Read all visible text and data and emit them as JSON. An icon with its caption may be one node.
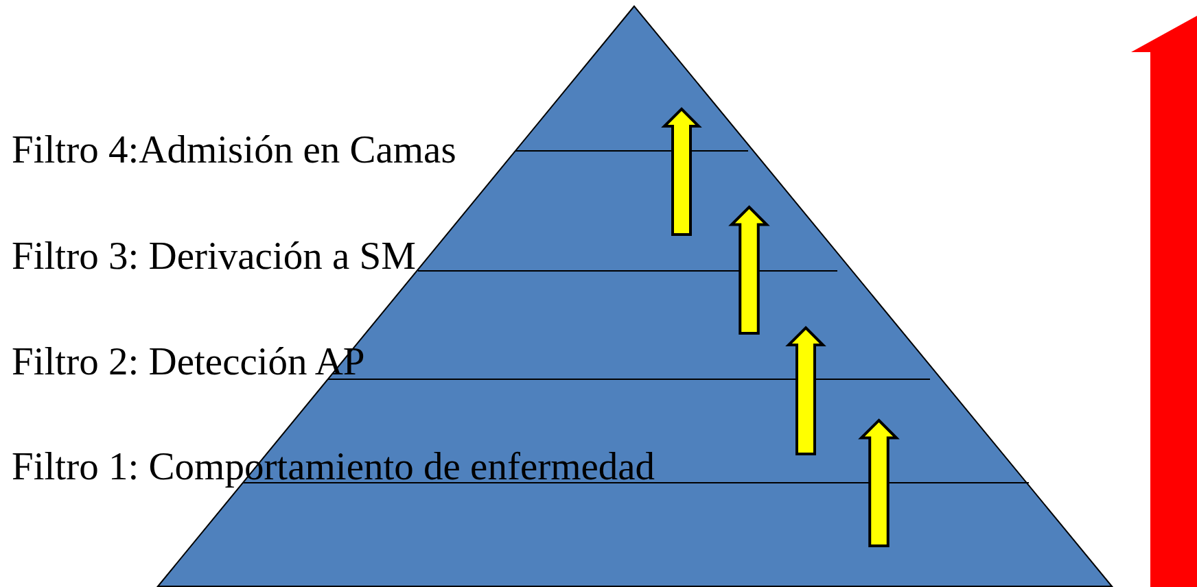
{
  "diagram": {
    "labels": [
      "Filtro 4:Admisión en Camas",
      "Filtro 3: Derivación a SM",
      "Filtro 2: Detección AP",
      "Filtro 1: Comportamiento de enfermedad"
    ]
  }
}
